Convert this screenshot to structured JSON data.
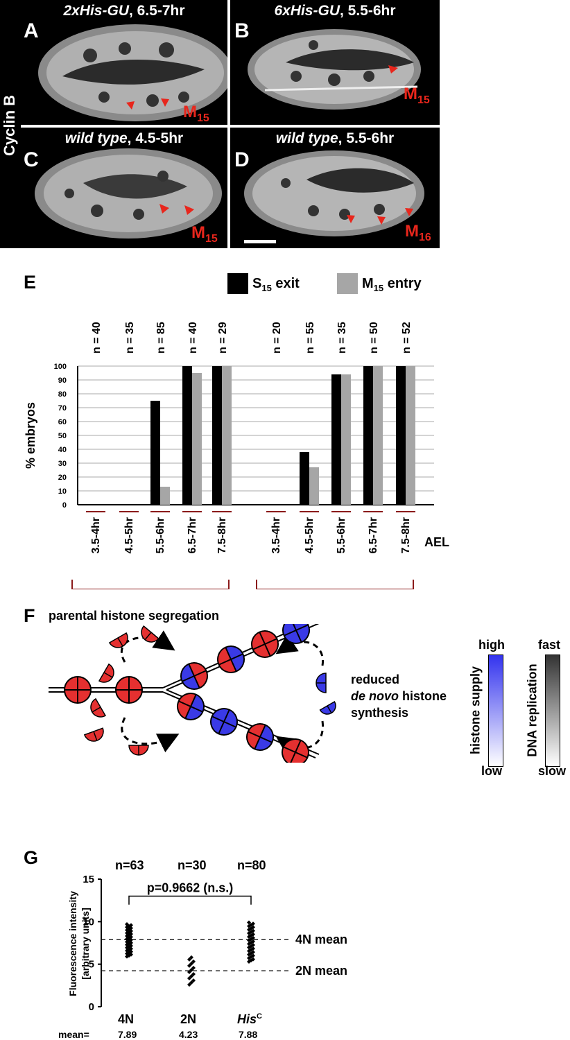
{
  "panels": {
    "side_label": "Cyclin B",
    "A": {
      "letter": "A",
      "title_italic": "2xHis-GU",
      "title_rest": ", 6.5-7hr",
      "mitosis_base": "M",
      "mitosis_sub": "15"
    },
    "B": {
      "letter": "B",
      "title_italic": "6xHis-GU",
      "title_rest": ", 5.5-6hr",
      "mitosis_base": "M",
      "mitosis_sub": "15"
    },
    "C": {
      "letter": "C",
      "title_italic": "wild type",
      "title_rest": ", 4.5-5hr",
      "mitosis_base": "M",
      "mitosis_sub": "15"
    },
    "D": {
      "letter": "D",
      "title_italic": "wild type",
      "title_rest": ", 5.5-6hr",
      "mitosis_base": "M",
      "mitosis_sub": "16"
    }
  },
  "panelE": {
    "letter": "E",
    "ylabel": "% embryos",
    "x_suffix": "AEL",
    "legend": [
      {
        "base": "S",
        "sub": "15",
        "rest": " exit",
        "color": "#000000"
      },
      {
        "base": "M",
        "sub": "15",
        "rest": " entry",
        "color": "#a6a6a6"
      }
    ]
  },
  "chart_data": {
    "type": "bar",
    "ylabel": "% embryos",
    "ylim": [
      0,
      100
    ],
    "yticks": [
      0,
      10,
      20,
      30,
      40,
      50,
      60,
      70,
      80,
      90,
      100
    ],
    "grid": true,
    "groups": [
      {
        "name": "2xHis-GU",
        "categories": [
          "3.5-4hr",
          "4.5-5hr",
          "5.5-6hr",
          "6.5-7hr",
          "7.5-8hr"
        ],
        "n": [
          "n = 40",
          "n = 35",
          "n = 85",
          "n = 40",
          "n = 29"
        ]
      },
      {
        "name": "6xHis-GU",
        "categories": [
          "3.5-4hr",
          "4.5-5hr",
          "5.5-6hr",
          "6.5-7hr",
          "7.5-8hr"
        ],
        "n": [
          "n = 20",
          "n = 55",
          "n = 35",
          "n = 50",
          "n = 52"
        ]
      }
    ],
    "series": [
      {
        "name": "S15 exit",
        "values": [
          0,
          0,
          75,
          100,
          100,
          0,
          38,
          94,
          100,
          100
        ]
      },
      {
        "name": "M15 entry",
        "values": [
          0,
          0,
          13,
          95,
          100,
          0,
          27,
          94,
          100,
          100
        ]
      }
    ],
    "colors": {
      "S15 exit": "#000000",
      "M15 entry": "#a6a6a6"
    }
  },
  "panelF": {
    "letter": "F",
    "title": "parental histone segregation",
    "text1": "reduced",
    "text2": "de novo",
    "text2_rest": " histone",
    "text3": "synthesis",
    "bar1": {
      "label": "histone supply",
      "top": "high",
      "bottom": "low",
      "color": "#3333ee"
    },
    "bar2": {
      "label": "DNA replication",
      "top": "fast",
      "bottom": "slow",
      "color": "#333333"
    },
    "colors": {
      "parental": "#e53030",
      "new": "#3a3ae6"
    }
  },
  "panelG": {
    "letter": "G",
    "ylabel1": "Fluorescence intensity",
    "ylabel2": "[arbitrary units]",
    "yticks": [
      "0",
      "5",
      "10",
      "15"
    ],
    "ns": [
      "n=63",
      "n=30",
      "n=80"
    ],
    "pvalue": "p=0.9662 (n.s.)",
    "line_4n": "4N mean",
    "line_2n": "2N mean",
    "groups": [
      "4N",
      "2N",
      "His"
    ],
    "his_sup": "C",
    "mean_label": "mean=",
    "means": [
      "7.89",
      "4.23",
      "7.88"
    ],
    "values_4n": 7.89,
    "values_2n": 4.23
  }
}
